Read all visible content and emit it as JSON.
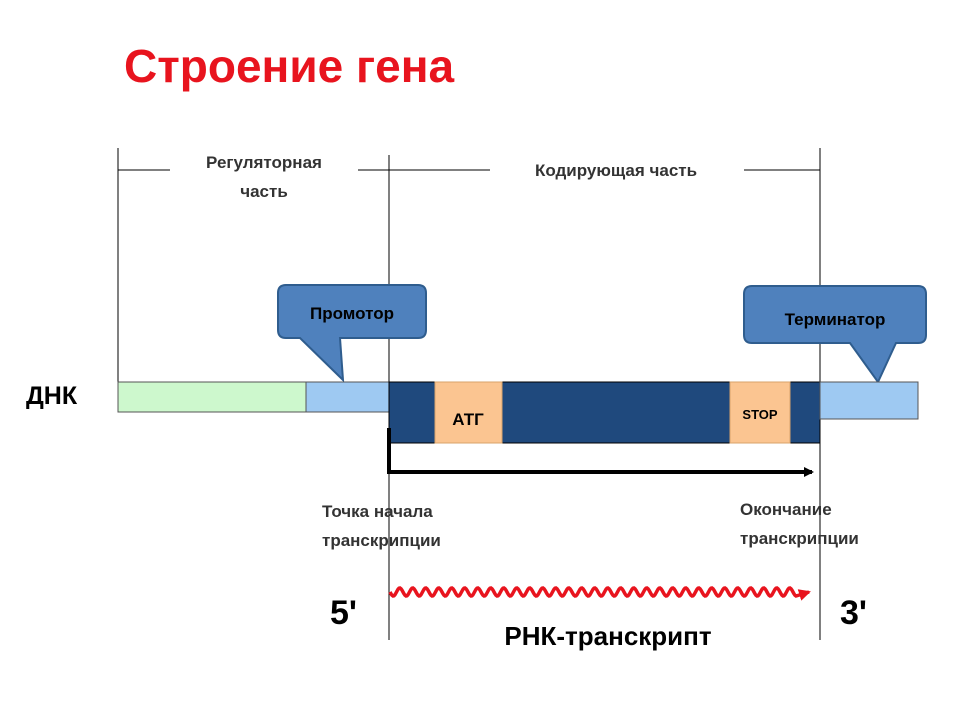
{
  "title": "Строение гена",
  "colors": {
    "title": "#e8141e",
    "regulatory_segment": "#cdf8cd",
    "promoter_segment": "#9ec9f2",
    "coding_segment": "#1f497d",
    "codon_box": "#fbc591",
    "callout_fill": "#4f81bd",
    "callout_stroke": "#2f5d8e",
    "rna_wave": "#e8141e"
  },
  "diagram": {
    "regulatory_label_line1": "Регуляторная",
    "regulatory_label_line2": "часть",
    "coding_label": "Кодирующая часть",
    "promoter_label": "Промотор",
    "terminator_label": "Терминатор",
    "dna_label": "ДНК",
    "start_codon": "АТГ",
    "stop_codon": "STOP",
    "transcription_start_line1": "Точка начала",
    "transcription_start_line2": "транскрипции",
    "transcription_end_line1": "Окончание",
    "transcription_end_line2": "транскрипции",
    "five_prime": "5'",
    "three_prime": "3'",
    "rna_label": "РНК-транскрипт"
  }
}
